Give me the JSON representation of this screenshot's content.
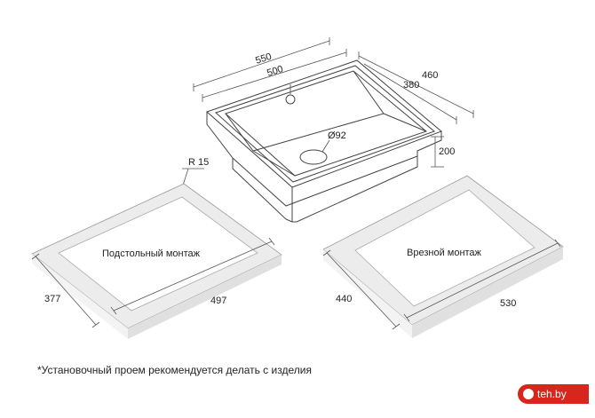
{
  "dimensions": {
    "sink_outer_width": "550",
    "sink_inner_width": "500",
    "sink_outer_depth": "460",
    "sink_inner_depth": "380",
    "sink_height": "200",
    "drain_diameter": "Ø92",
    "corner_radius": "R 15",
    "undermount_depth": "377",
    "undermount_width": "497",
    "inset_depth": "440",
    "inset_width": "530"
  },
  "labels": {
    "undermount": "Подстольный монтаж",
    "inset": "Врезной монтаж"
  },
  "footnote": "*Установочный проем рекомендуется делать с изделия",
  "watermark": "teh.by",
  "colors": {
    "line": "#555555",
    "frame_fill": "#ededed",
    "badge": "#d9261c"
  }
}
